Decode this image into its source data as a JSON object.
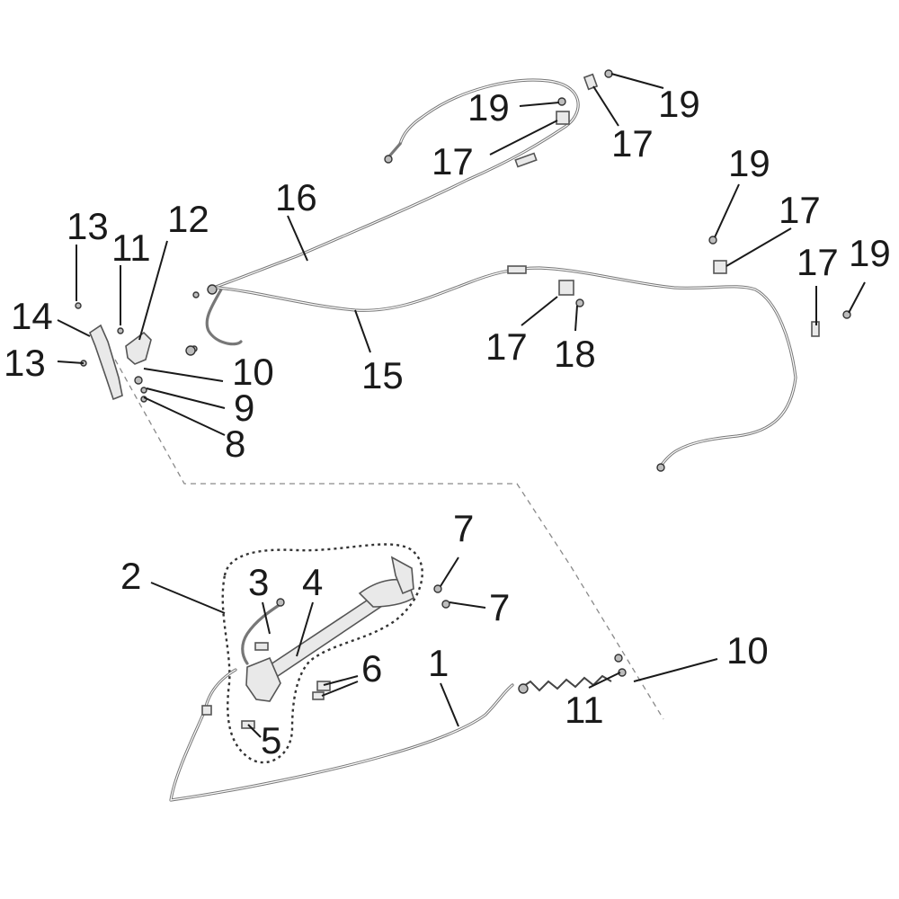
{
  "callouts": {
    "c1": "1",
    "c2": "2",
    "c3": "3",
    "c4": "4",
    "c5": "5",
    "c6": "6",
    "c7a": "7",
    "c7b": "7",
    "c8": "8",
    "c9": "9",
    "c10a": "10",
    "c10b": "10",
    "c11a": "11",
    "c11b": "11",
    "c12": "12",
    "c13a": "13",
    "c13b": "13",
    "c14": "14",
    "c15": "15",
    "c16": "16",
    "c17a": "17",
    "c17b": "17",
    "c17c": "17",
    "c17d": "17",
    "c17e": "17",
    "c18": "18",
    "c19a": "19",
    "c19b": "19",
    "c19c": "19",
    "c19d": "19"
  }
}
